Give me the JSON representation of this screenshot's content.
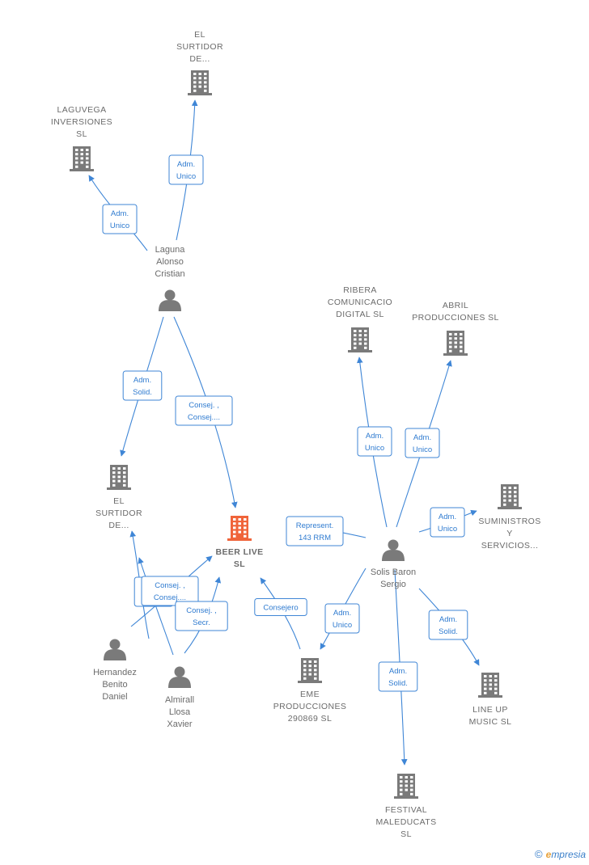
{
  "nodes": [
    {
      "id": "el_surtidor_top",
      "kind": "company",
      "label": [
        "EL",
        "SURTIDOR",
        "DE..."
      ]
    },
    {
      "id": "laguvega",
      "kind": "company",
      "label": [
        "LAGUVEGA",
        "INVERSIONES",
        "SL"
      ]
    },
    {
      "id": "laguna",
      "kind": "person",
      "label": [
        "Laguna",
        "Alonso",
        "Cristian"
      ]
    },
    {
      "id": "ribera",
      "kind": "company",
      "label": [
        "RIBERA",
        "COMUNICACIO",
        "DIGITAL SL"
      ]
    },
    {
      "id": "abril",
      "kind": "company",
      "label": [
        "ABRIL",
        "PRODUCCIONES SL"
      ]
    },
    {
      "id": "el_surtidor_mid",
      "kind": "company",
      "label": [
        "EL",
        "SURTIDOR",
        "DE..."
      ]
    },
    {
      "id": "suministros",
      "kind": "company",
      "label": [
        "SUMINISTROS",
        "Y",
        "SERVICIOS..."
      ]
    },
    {
      "id": "beer_live",
      "kind": "focus",
      "label": [
        "BEER LIVE",
        "SL"
      ]
    },
    {
      "id": "solis",
      "kind": "person",
      "label": [
        "Solis Baron",
        "Sergio"
      ]
    },
    {
      "id": "hernandez",
      "kind": "person",
      "label": [
        "Hernandez",
        "Benito",
        "Daniel"
      ]
    },
    {
      "id": "almirall",
      "kind": "person",
      "label": [
        "Almirall",
        "Llosa",
        "Xavier"
      ]
    },
    {
      "id": "eme",
      "kind": "company",
      "label": [
        "EME",
        "PRODUCCIONES",
        "290869 SL"
      ]
    },
    {
      "id": "line_up",
      "kind": "company",
      "label": [
        "LINE UP",
        "MUSIC  SL"
      ]
    },
    {
      "id": "festival",
      "kind": "company",
      "label": [
        "FESTIVAL",
        "MALEDUCATS",
        "SL"
      ]
    }
  ],
  "edges": [
    {
      "id": "laguna-el_surtidor_top",
      "label": [
        "Adm.",
        "Unico"
      ]
    },
    {
      "id": "laguna-laguvega",
      "label": [
        "Adm.",
        "Unico"
      ]
    },
    {
      "id": "laguna-el_surtidor_mid",
      "label": [
        "Adm.",
        "Solid."
      ]
    },
    {
      "id": "laguna-beer_live",
      "label": [
        "Consej. ,",
        "Consej...."
      ]
    },
    {
      "id": "solis-ribera",
      "label": [
        "Adm.",
        "Unico"
      ]
    },
    {
      "id": "solis-abril",
      "label": [
        "Adm.",
        "Unico"
      ]
    },
    {
      "id": "solis-suministros",
      "label": [
        "Adm.",
        "Unico"
      ]
    },
    {
      "id": "solis-beer_live",
      "label": [
        "Represent.",
        "143 RRM"
      ]
    },
    {
      "id": "solis-eme",
      "label": [
        "Adm.",
        "Unico"
      ]
    },
    {
      "id": "solis-line_up",
      "label": [
        "Adm.",
        "Solid."
      ]
    },
    {
      "id": "solis-festival",
      "label": [
        "Adm.",
        "Solid."
      ]
    },
    {
      "id": "eme-beer_live",
      "label": [
        "Consejero"
      ]
    },
    {
      "id": "hernandez-el_surtidor_mid",
      "label": [
        "Adm.",
        "Solid."
      ]
    },
    {
      "id": "hernandez-beer_live",
      "label": [
        "Consej. ,",
        "Consej...."
      ]
    },
    {
      "id": "almirall-beer_live",
      "label": [
        "Consej. ,",
        "Secr."
      ]
    },
    {
      "id": "almirall-el_surtidor_mid",
      "label": []
    }
  ],
  "brand": {
    "copyright": "©",
    "initial": "e",
    "name": "mpresia"
  },
  "colors": {
    "edge": "#3f86d6",
    "node": "#7a7a7a",
    "focus": "#f0643a"
  }
}
